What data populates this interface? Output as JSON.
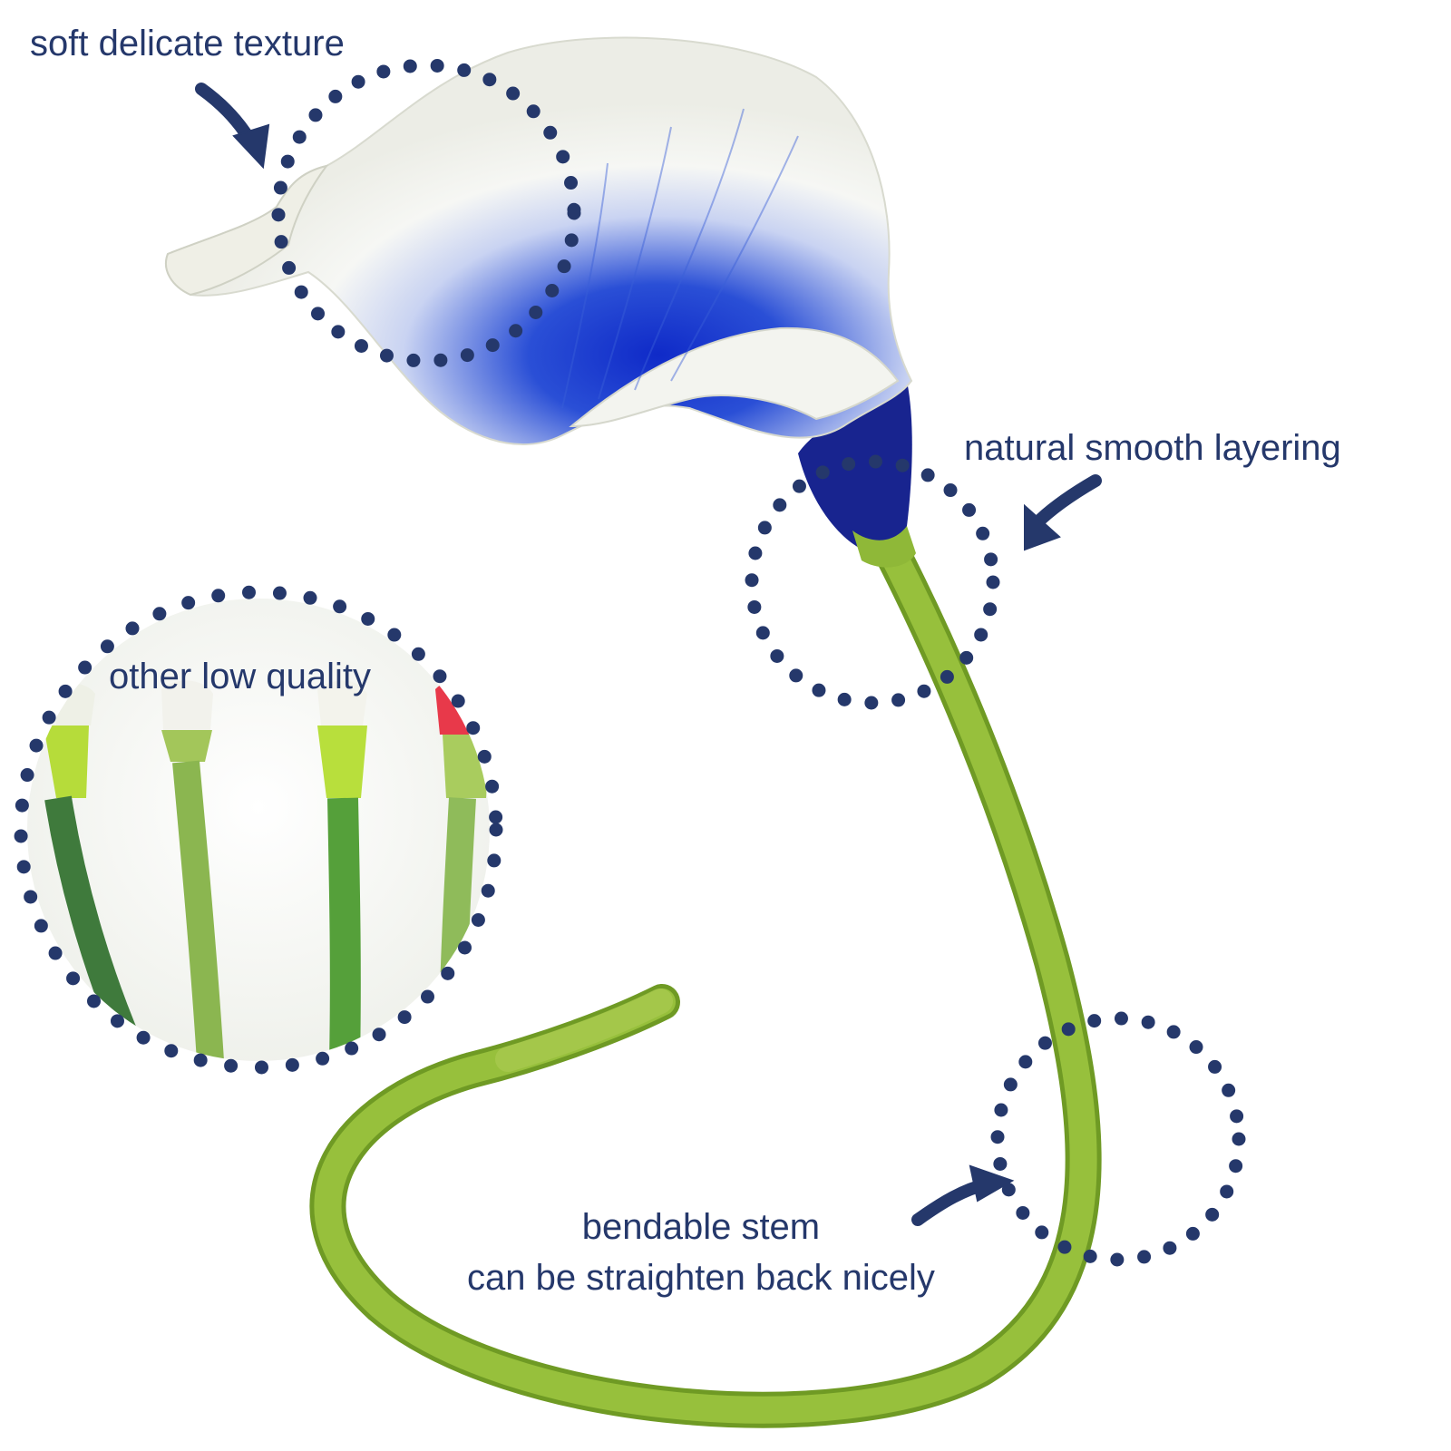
{
  "colors": {
    "annotation": "#25386b",
    "stem_green": "#8fb838",
    "petal_blue": "#1f3fc9",
    "petal_white": "#f7f8f4",
    "spathe_dark_blue": "#18248f"
  },
  "annotations": {
    "texture": "soft delicate texture",
    "layering": "natural smooth layering",
    "low_quality": "other low quality",
    "stem_line1": "bendable stem",
    "stem_line2": "can be straighten back nicely"
  }
}
